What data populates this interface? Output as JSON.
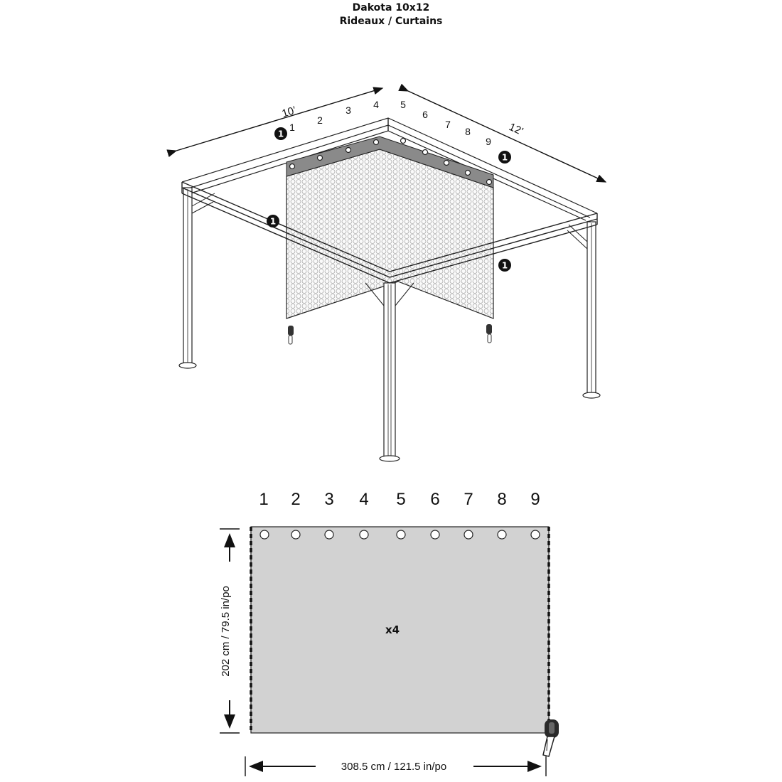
{
  "title": {
    "line1": "Dakota 10x12",
    "line2": "Rideaux / Curtains"
  },
  "gazebo": {
    "dim_front": "10’",
    "dim_side": "12’",
    "grommet_labels": [
      "1",
      "2",
      "3",
      "4",
      "5",
      "6",
      "7",
      "8",
      "9"
    ],
    "callout": "1"
  },
  "panel": {
    "grommet_labels": [
      "1",
      "2",
      "3",
      "4",
      "5",
      "6",
      "7",
      "8",
      "9"
    ],
    "quantity": "x4",
    "height": "202 cm / 79.5 in/po",
    "width": "308.5 cm / 121.5 in/po",
    "color": "#d2d2d2"
  }
}
